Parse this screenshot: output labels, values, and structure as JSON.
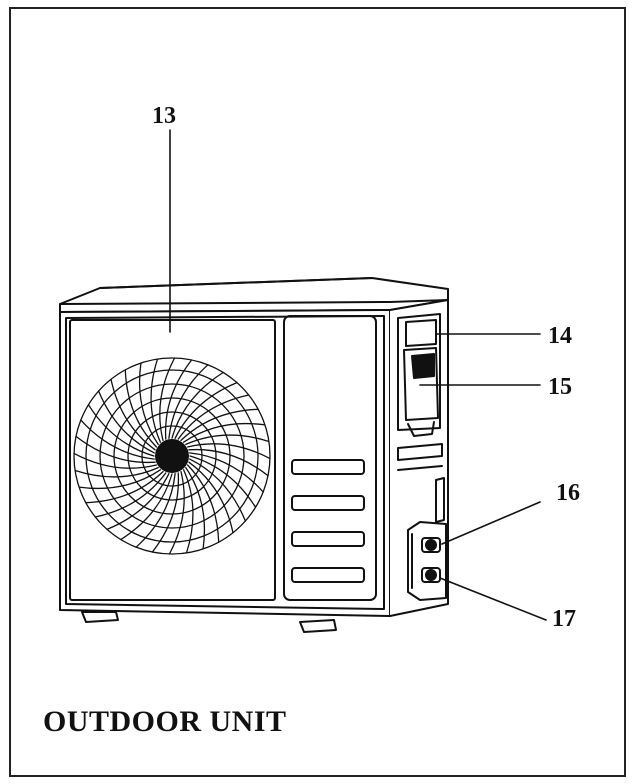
{
  "diagram": {
    "caption": "OUTDOOR UNIT",
    "callouts": [
      {
        "id": "13",
        "label": "13"
      },
      {
        "id": "14",
        "label": "14"
      },
      {
        "id": "15",
        "label": "15"
      },
      {
        "id": "16",
        "label": "16"
      },
      {
        "id": "17",
        "label": "17"
      }
    ],
    "colors": {
      "ink": "#111111",
      "background": "#ffffff"
    }
  }
}
